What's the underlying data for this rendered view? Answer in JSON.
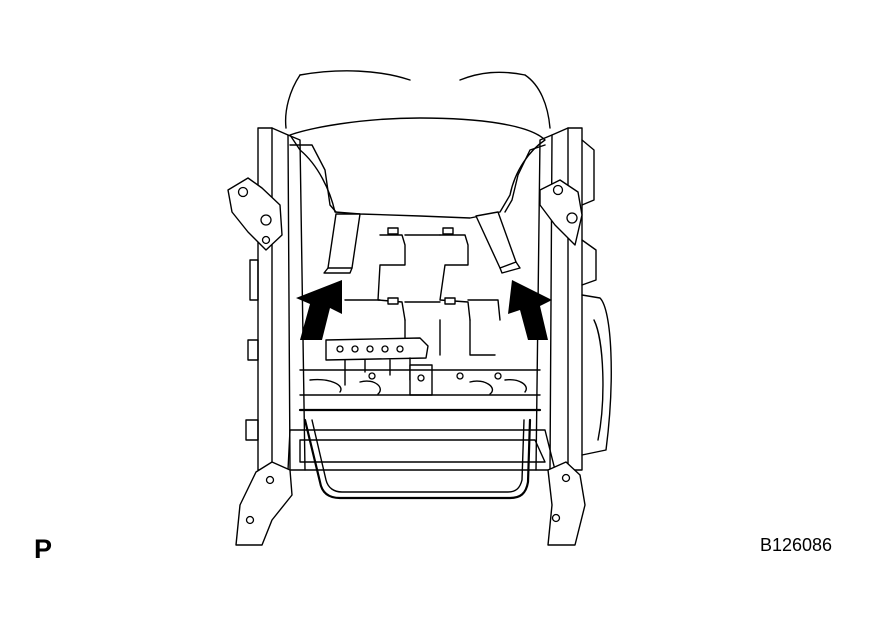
{
  "labels": {
    "view_code": "P",
    "figure_id": "B126086"
  },
  "colors": {
    "line": "#000000",
    "background": "#ffffff"
  },
  "icons": {
    "arrows": "removal-direction-arrow"
  }
}
